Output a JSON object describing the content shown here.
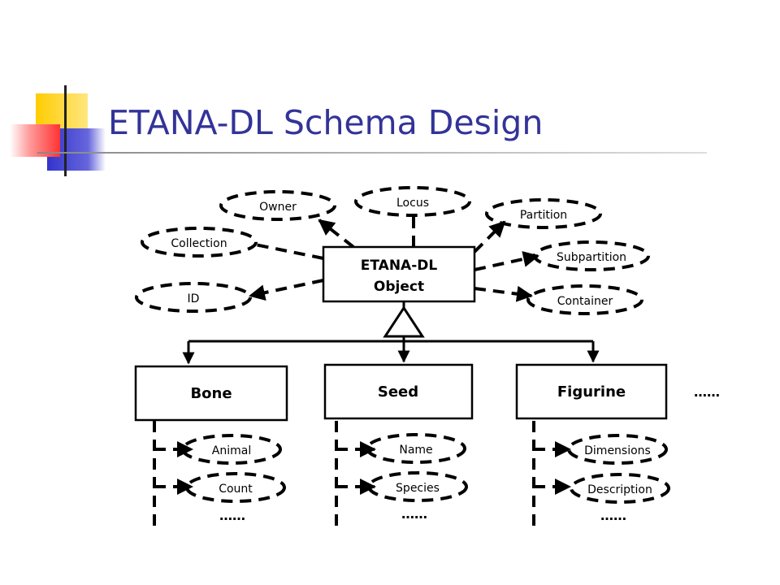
{
  "slide": {
    "title": "ETANA-DL Schema Design"
  },
  "colors": {
    "title": "#333399",
    "deco_yellow": "#ffcc00",
    "deco_blue": "#3333cc",
    "deco_red": "#ff3333",
    "rule": "#999999",
    "line": "#000000"
  },
  "diagram": {
    "central_entity": {
      "line1": "ETANA-DL",
      "line2": "Object"
    },
    "attributes": {
      "owner": "Owner",
      "locus": "Locus",
      "partition": "Partition",
      "collection": "Collection",
      "subpartition": "Subpartition",
      "id": "ID",
      "container": "Container"
    },
    "subtypes": {
      "bone": {
        "label": "Bone",
        "attrs": [
          "Animal",
          "Count"
        ],
        "more": "……"
      },
      "seed": {
        "label": "Seed",
        "attrs": [
          "Name",
          "Species"
        ],
        "more": "……"
      },
      "figurine": {
        "label": "Figurine",
        "attrs": [
          "Dimensions",
          "Description"
        ],
        "more": "……"
      }
    },
    "more_subtypes": "……"
  }
}
